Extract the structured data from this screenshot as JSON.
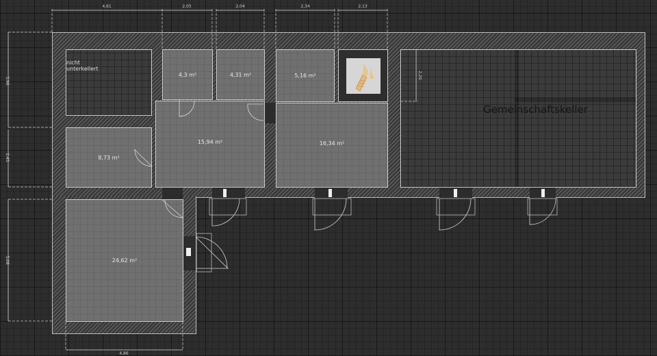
{
  "rooms": {
    "nicht_unterkellert": {
      "line1": "nicht",
      "line2": "unterkellert"
    },
    "r1": "4,3 m²",
    "r2": "4,31 m²",
    "r3": "5,16 m²",
    "r4": "15,94 m²",
    "r5": "16,34 m²",
    "r6": "8,73 m²",
    "r7": "24,62 m²",
    "common": "Gemeinschaftskeller"
  },
  "dimensions": {
    "top": [
      "4,61",
      "2,05",
      "2,04",
      "2,34",
      "2,13"
    ],
    "left": [
      "3,96",
      "2,45",
      "5,08"
    ],
    "bottom": "4,86",
    "inner": "2,20"
  }
}
